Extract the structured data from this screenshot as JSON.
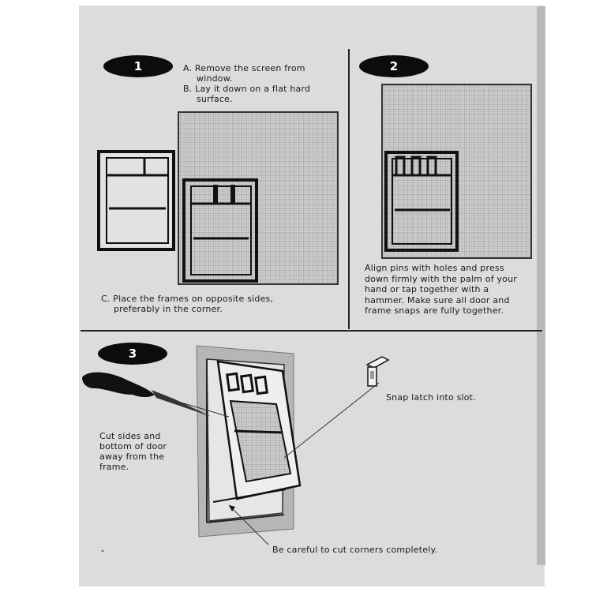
{
  "step1": {
    "number": "1",
    "line_a1": "A. Remove the screen from",
    "line_a2": "window.",
    "line_b1": "B. Lay it down on a flat hard",
    "line_b2": "surface.",
    "line_c1": "C. Place the frames on opposite sides,",
    "line_c2": "preferably in the corner."
  },
  "step2": {
    "number": "2",
    "lines": [
      "Align pins with holes and press",
      "down firmly with the palm of your",
      "hand or tap together with a",
      "hammer. Make sure all door and",
      "frame snaps are fully together."
    ]
  },
  "step3": {
    "number": "3",
    "cut_lines": [
      "Cut sides and",
      "bottom of door",
      "away from the",
      "frame."
    ],
    "snap_label": "Snap latch into slot.",
    "corners_label": "Be careful to cut corners completely."
  }
}
